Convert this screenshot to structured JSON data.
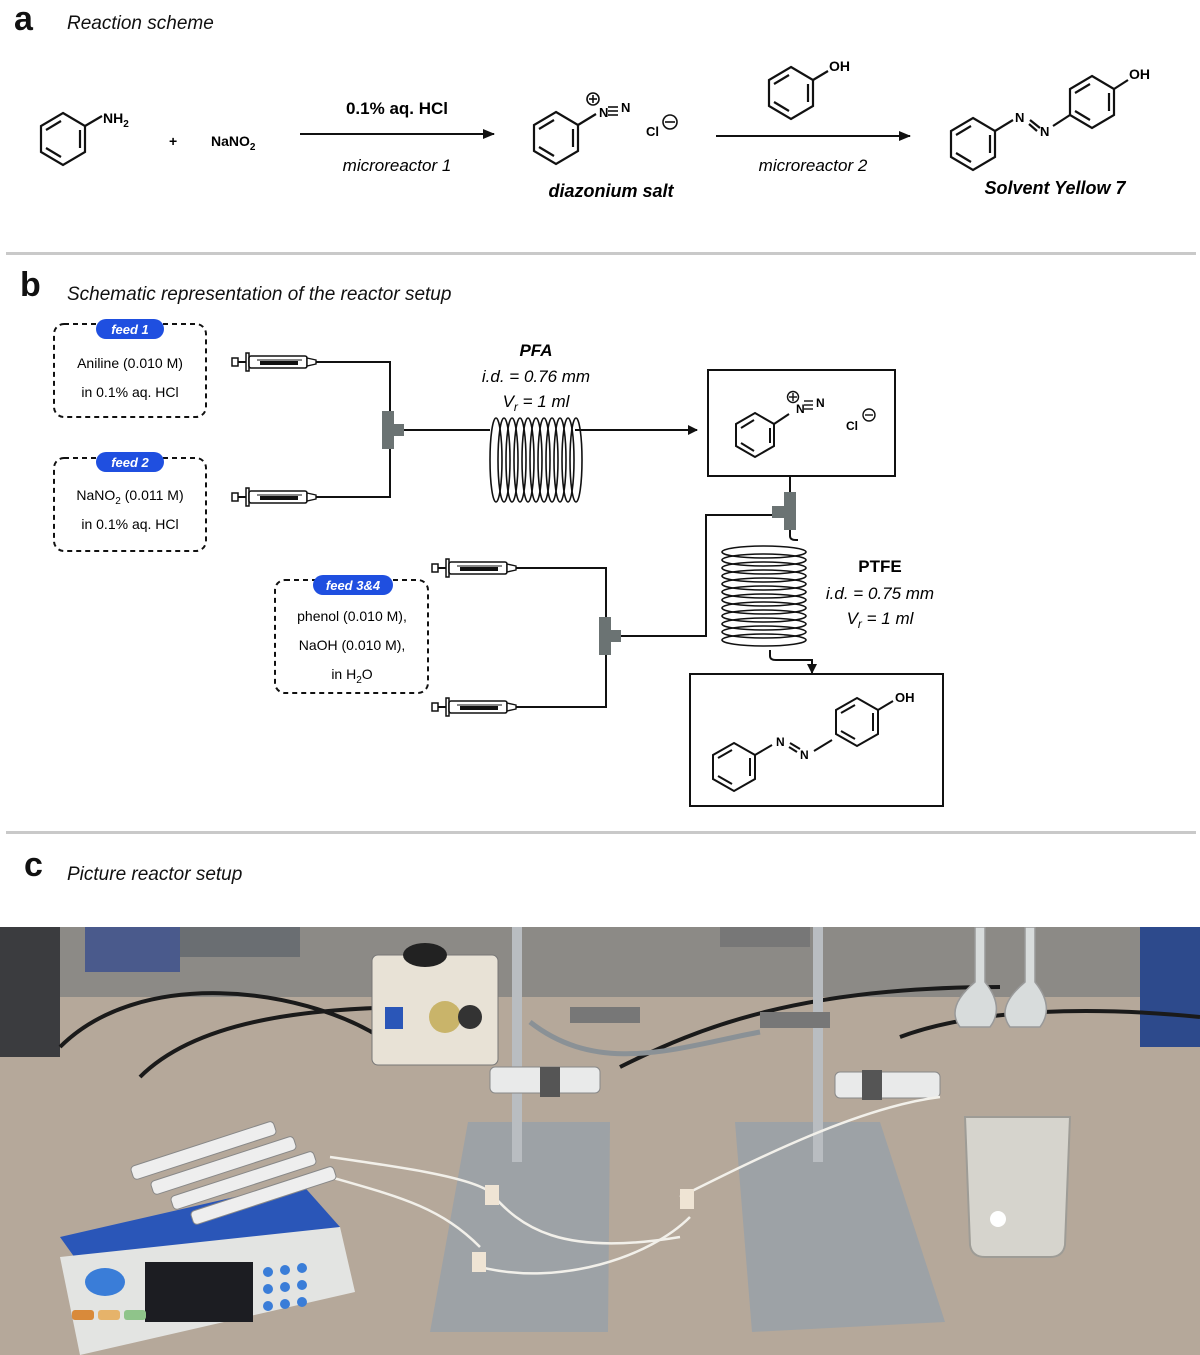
{
  "panel_a": {
    "letter": "a",
    "title": "Reaction scheme",
    "nh2": "NH",
    "nh2_sub": "2",
    "plus": "+",
    "nano2": "NaNO",
    "nano2_sub": "2",
    "arrow1_top": "0.1% aq. HCl",
    "arrow1_bottom": "microreactor 1",
    "n_equals_n": "N",
    "n_equals_n2": "N",
    "cl": "Cl",
    "diazonium_label": "diazonium salt",
    "oh_reagent": "OH",
    "arrow2_bottom": "microreactor 2",
    "azo_n1": "N",
    "azo_n2": "N",
    "oh_product": "OH",
    "product_label": "Solvent Yellow 7"
  },
  "panel_b": {
    "letter": "b",
    "title": "Schematic representation of the reactor setup",
    "feed1_tag": "feed 1",
    "feed1_line1": "Aniline (0.010 M)",
    "feed1_line2": "in 0.1% aq. HCl",
    "feed2_tag": "feed 2",
    "feed2_line1_a": "NaNO",
    "feed2_line1_sub": "2",
    "feed2_line1_b": " (0.011 M)",
    "feed2_line2": "in 0.1% aq. HCl",
    "feed34_tag": "feed 3&4",
    "feed34_line1": "phenol (0.010 M),",
    "feed34_line2": "NaOH (0.010 M),",
    "feed34_line3_a": "in H",
    "feed34_line3_sub": "2",
    "feed34_line3_b": "O",
    "pfa_title": "PFA",
    "pfa_id": "i.d. = 0.76 mm",
    "pfa_vr_v": "V",
    "pfa_vr_sub": "r",
    "pfa_vr_rest": " = 1 ml",
    "ptfe_title": "PTFE",
    "ptfe_id": "i.d. = 0.75 mm",
    "ptfe_vr_v": "V",
    "ptfe_vr_sub": "r",
    "ptfe_vr_rest": " = 1 ml",
    "box1_n1": "N",
    "box1_n2": "N",
    "box1_cl": "Cl",
    "box2_n1": "N",
    "box2_n2": "N",
    "box2_oh": "OH"
  },
  "panel_c": {
    "letter": "c",
    "title": "Picture reactor setup"
  },
  "colors": {
    "feed_tag": "#1f4fe0",
    "connector": "#6b7373",
    "rule": "#c9c9c9",
    "bench": "#b5a89a",
    "base_plate": "#9da2a6",
    "pump_blue": "#2a56b8"
  }
}
